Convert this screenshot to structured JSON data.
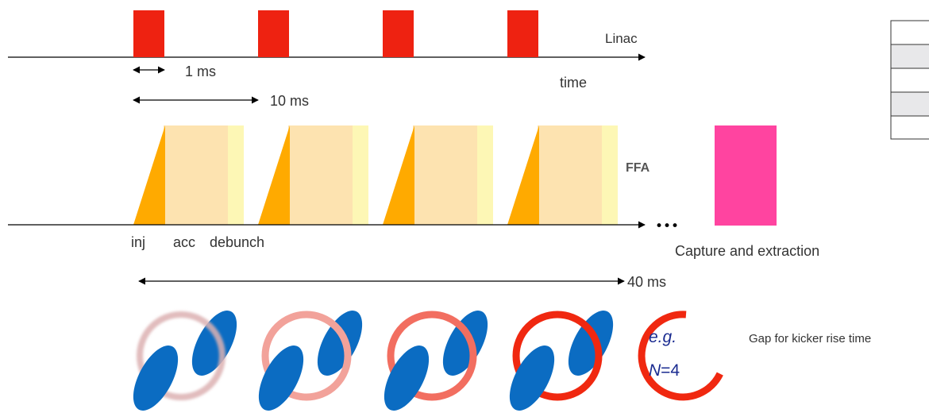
{
  "labels": {
    "linac": "Linac",
    "one_ms": "1 ms",
    "time": "time",
    "ten_ms": "10 ms",
    "ffa": "FFA",
    "inj": "inj",
    "acc": "acc",
    "debunch": "debunch",
    "capture": "Capture and extraction",
    "forty_ms": "40 ms",
    "eg": "e.g.",
    "n_sym": "N",
    "n_val": "=4",
    "gap_note": "Gap for kicker rise time",
    "ellipsis": "•••"
  },
  "colors": {
    "linac_pulse": "#ee2211",
    "inj_ramp": "#ffaa00",
    "acc_block": "#fde3b0",
    "debunch_block": "#fdf7b5",
    "capture_block": "#ff44a0",
    "beam_blob": "#0b6cc2",
    "ring_final": "#f02810",
    "eg_text": "#1a2b90"
  },
  "linac": {
    "pulse_count": 4
  },
  "ffa": {
    "cycle_count": 4
  },
  "rings": {
    "count": 5,
    "colors": [
      "#dcb0b2",
      "#f2a29a",
      "#f26e60",
      "#f02810",
      "#f02810"
    ],
    "opacities": [
      0.85,
      1,
      1,
      1,
      1
    ],
    "with_beam": [
      true,
      true,
      true,
      true,
      false
    ]
  }
}
